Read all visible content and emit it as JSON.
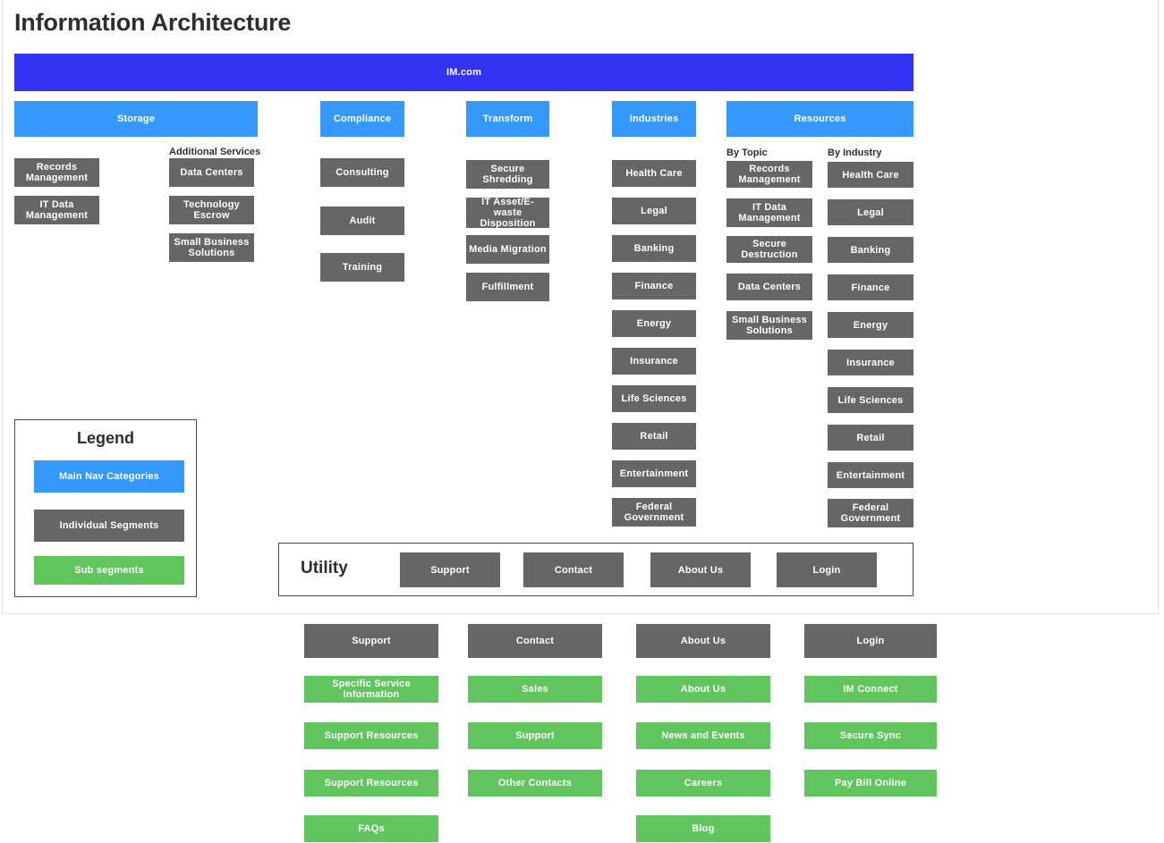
{
  "page": {
    "title": "Information Architecture",
    "root_label": "IM.com"
  },
  "colors": {
    "root": "#3333f5",
    "main_nav": "#3598fd",
    "segment": "#666666",
    "sub_segment": "#61c55e",
    "text_dark": "#2e2e2e",
    "border": "#4a4a4a"
  },
  "columns": [
    {
      "name": "storage",
      "header": "Storage",
      "groups": [
        {
          "label": "",
          "items": [
            "Records Management",
            "IT Data Management"
          ]
        },
        {
          "label": "Additional Services",
          "items": [
            "Data Centers",
            "Technology Escrow",
            "Small Business Solutions"
          ]
        }
      ]
    },
    {
      "name": "compliance",
      "header": "Compliance",
      "groups": [
        {
          "label": "",
          "items": [
            "Consulting",
            "Audit",
            "Training"
          ]
        }
      ]
    },
    {
      "name": "transform",
      "header": "Transform",
      "groups": [
        {
          "label": "",
          "items": [
            "Secure Shredding",
            "IT Asset/E-waste Disposition",
            "Media Migration",
            "Fulfillment"
          ]
        }
      ]
    },
    {
      "name": "industries",
      "header": "Industries",
      "groups": [
        {
          "label": "",
          "items": [
            "Health Care",
            "Legal",
            "Banking",
            "Finance",
            "Energy",
            "Insurance",
            "Life Sciences",
            "Retail",
            "Entertainment",
            "Federal Government"
          ]
        }
      ]
    },
    {
      "name": "resources",
      "header": "Resources",
      "groups": [
        {
          "label": "By Topic",
          "items": [
            "Records Management",
            "IT Data Management",
            "Secure Destruction",
            "Data Centers",
            "Small Business Solutions"
          ]
        },
        {
          "label": "By Industry",
          "items": [
            "Health Care",
            "Legal",
            "Banking",
            "Finance",
            "Energy",
            "Insurance",
            "Life Sciences",
            "Retail",
            "Entertainment",
            "Federal Government"
          ]
        }
      ]
    }
  ],
  "legend": {
    "title": "Legend",
    "items": [
      {
        "label": "Main Nav Categories",
        "color_key": "main_nav"
      },
      {
        "label": "Individual Segments",
        "color_key": "segment"
      },
      {
        "label": "Sub segments",
        "color_key": "sub_segment"
      }
    ]
  },
  "utility": {
    "label": "Utility",
    "items": [
      "Support",
      "Contact",
      "About Us",
      "Login"
    ]
  },
  "utility_detail": [
    {
      "header": "Support",
      "items": [
        "Specific Service Information",
        "Support Resources",
        "Support Resources",
        "FAQs"
      ]
    },
    {
      "header": "Contact",
      "items": [
        "Sales",
        "Support",
        "Other Contacts"
      ]
    },
    {
      "header": "About Us",
      "items": [
        "About Us",
        "News and Events",
        "Careers",
        "Blog"
      ]
    },
    {
      "header": "Login",
      "items": [
        "IM Connect",
        "Secure Sync",
        "Pay Bill Online"
      ]
    }
  ]
}
